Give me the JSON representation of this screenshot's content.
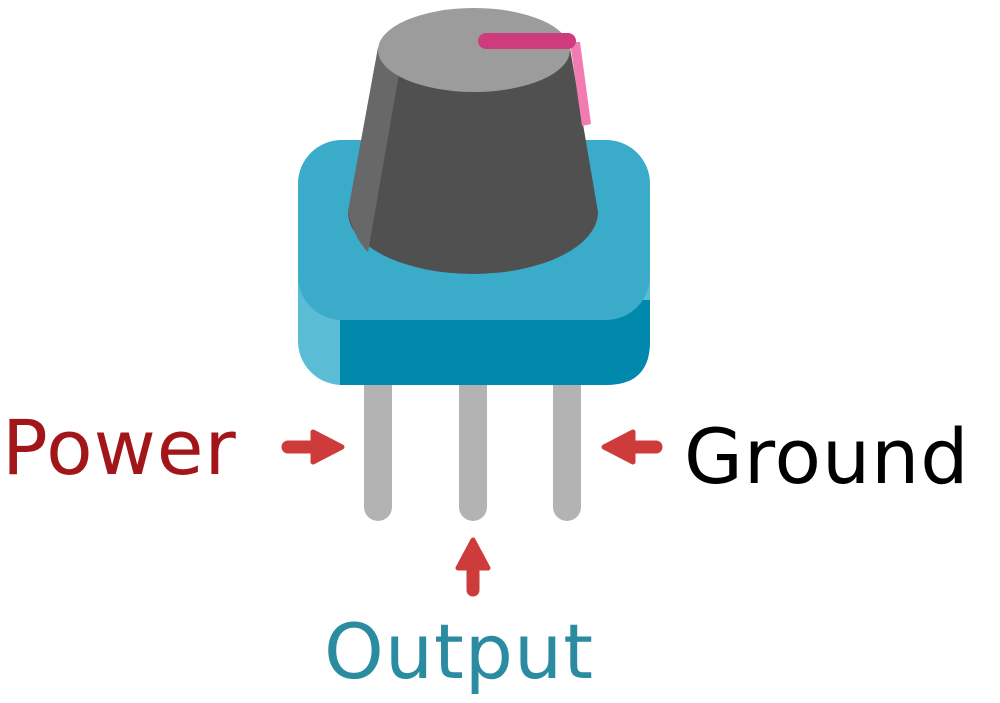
{
  "labels": {
    "power": "Power",
    "output": "Output",
    "ground": "Ground"
  },
  "colors": {
    "power": "#a21519",
    "output": "#2b8ba1",
    "ground": "#000000",
    "arrow": "#cd3b3b",
    "body_top": "#3aacc9",
    "body_front": "#0089ad",
    "body_side": "#5bbcd5",
    "knob_dark": "#505050",
    "knob_light": "#686868",
    "knob_top": "#9c9c9c",
    "indicator": "#cf3c7e",
    "indicator_side": "#f27cb1",
    "pin": "#b3b3b3"
  }
}
